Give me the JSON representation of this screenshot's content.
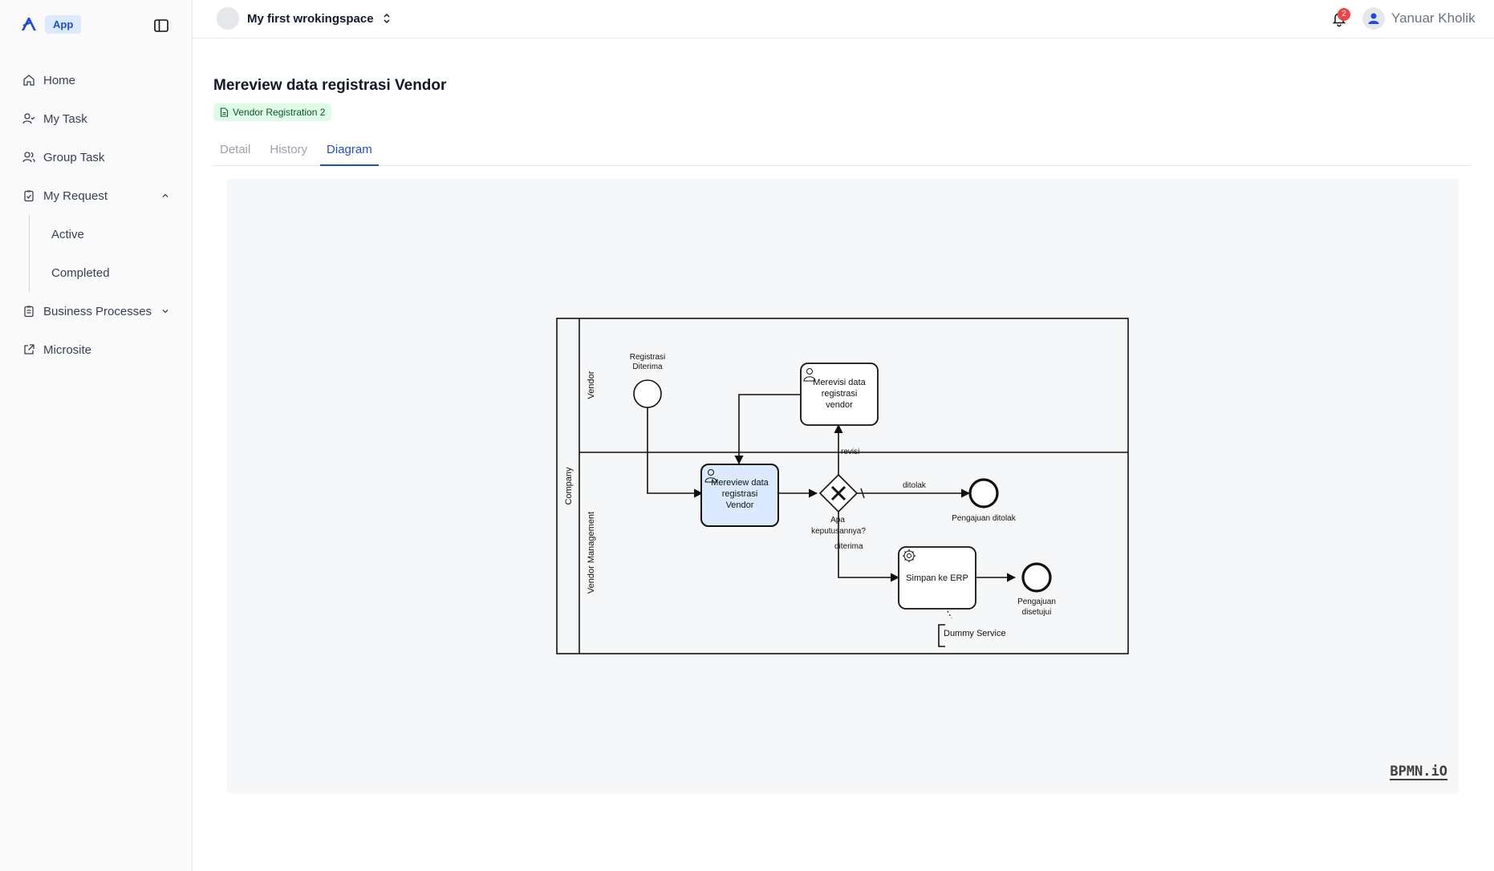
{
  "brand": {
    "badge": "App"
  },
  "sidebar": {
    "items": [
      {
        "label": "Home",
        "icon": "home-icon"
      },
      {
        "label": "My Task",
        "icon": "user-check-icon"
      },
      {
        "label": "Group Task",
        "icon": "users-icon"
      },
      {
        "label": "My Request",
        "icon": "clipboard-check-icon",
        "expanded": true
      },
      {
        "label": "Business Processes",
        "icon": "clipboard-list-icon",
        "expanded": false
      },
      {
        "label": "Microsite",
        "icon": "external-link-icon"
      }
    ],
    "my_request_sub": [
      {
        "label": "Active"
      },
      {
        "label": "Completed"
      }
    ]
  },
  "header": {
    "workspace": "My first wrokingspace",
    "notifications": "2",
    "user_name": "Yanuar Kholik"
  },
  "main": {
    "title": "Mereview data registrasi Vendor",
    "chip": "Vendor Registration 2",
    "tabs": [
      {
        "label": "Detail",
        "active": false
      },
      {
        "label": "History",
        "active": false
      },
      {
        "label": "Diagram",
        "active": true
      }
    ]
  },
  "diagram": {
    "pool": "Company",
    "lanes": {
      "vendor": "Vendor",
      "management": "Vendor Management"
    },
    "start_event": [
      "Registrasi",
      "Diterima"
    ],
    "task_revise": [
      "Merevisi data",
      "registrasi",
      "vendor"
    ],
    "task_review": [
      "Mereview data",
      "registrasi",
      "Vendor"
    ],
    "gateway": [
      "Apa",
      "keputusannya?"
    ],
    "flow_revisi": "revisi",
    "flow_ditolak": "ditolak",
    "flow_diterima": "diterima",
    "end_rejected": "Pengajuan ditolak",
    "task_erp": "Simpan ke ERP",
    "end_approved": [
      "Pengajuan",
      "disetujui"
    ],
    "annotation": "Dummy Service",
    "watermark": "BPMN.iO"
  },
  "colors": {
    "accent": "#1d4ed8",
    "active_task_fill": "#dbeafe",
    "badge": "#ef4444"
  }
}
